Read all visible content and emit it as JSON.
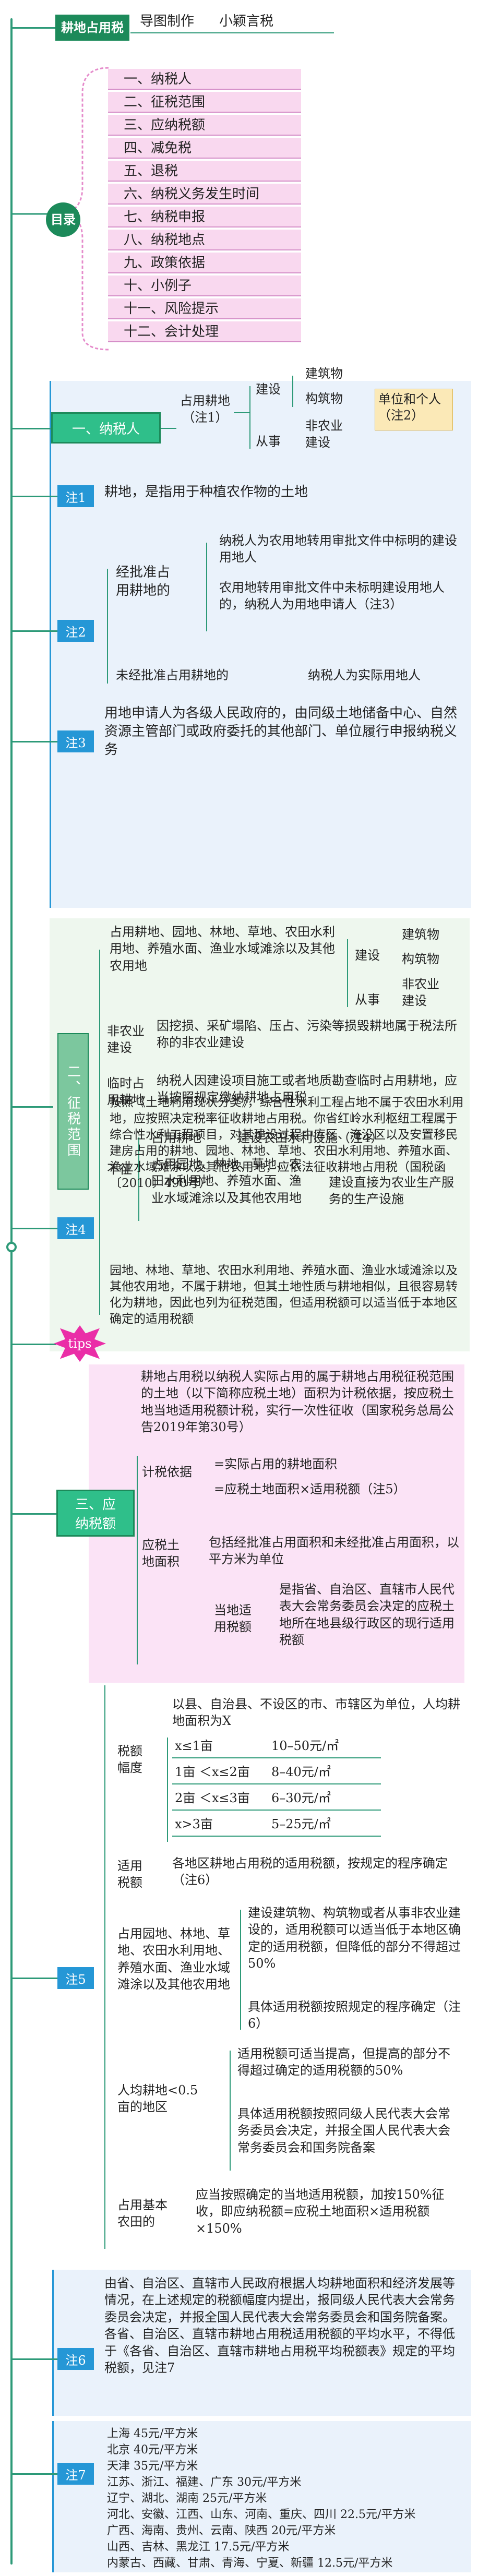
{
  "header": {
    "title": "耕地占用税",
    "made_by": "导图制作",
    "author": "小颖言税"
  },
  "toc": {
    "label": "目录",
    "items": [
      "一、纳税人",
      "二、征税范围",
      "三、应纳税额",
      "四、减免税",
      "五、退税",
      "六、纳税义务发生时间",
      "七、纳税申报",
      "八、纳税地点",
      "九、政策依据",
      "十、小例子",
      "十一、风险提示",
      "十二、会计处理"
    ]
  },
  "taxpayer": {
    "label": "一、纳税人",
    "occupier": "占用耕地\n（注1）",
    "construct": "建设",
    "engage": "从事",
    "buildings": "建筑物",
    "structures": "构筑物",
    "nonagri": "非农业\n建设",
    "unit_person": "单位和个人（注2）"
  },
  "notes": {
    "n1": {
      "tag": "注1",
      "text": "耕地，是指用于种植农作物的土地"
    },
    "n2": {
      "tag": "注2",
      "approved_label": "经批准占\n用耕地的",
      "approved_a": "纳税人为农用地转用审批文件中标明的建设用地人",
      "approved_b": "农用地转用审批文件中未标明建设用地人的，纳税人为用地申请人（注3）",
      "unapproved_label": "未经批准占用耕地的",
      "unapproved_text": "纳税人为实际用地人"
    },
    "n3": {
      "tag": "注3",
      "text": "用地申请人为各级人民政府的，由同级土地储备中心、自然资源主管部门或政府委托的其他部门、单位履行申报纳税义务"
    },
    "n4": {
      "tag": "注4",
      "text_a": "按照《土地利用现状分类》，综合性水利工程占地不属于农田水利用地，应按照决定税率征收耕地占用税。你省红岭水利枢纽工程属于综合性水利工程项目，对其建设过程中库区、淹没区以及安置移民建房占用的耕地、园地、林地、草地、农田水利用地、养殖水面、渔业水域滩涂以及其他农用地，应依法征收耕地占用税（国税函〔2010〕490号）",
      "text_b": "园地、林地、草地、农田水利用地、养殖水面、渔业水域滩涂以及其他农用地，不属于耕地，但其土地性质与耕地相似，且很容易转化为耕地，因此也列为征税范围，但适用税额可以适当低于本地区确定的适用税额"
    },
    "n5": {
      "tag": "注5"
    },
    "n6": {
      "tag": "注6",
      "text": "由省、自治区、直辖市人民政府根据人均耕地面积和经济发展等情况，在上述规定的税额幅度内提出，报同级人民代表大会常务委员会决定，并报全国人民代表大会常务委员会和国务院备案。各省、自治区、直辖市耕地占用税适用税额的平均水平，不得低于《各省、自治区、直辖市耕地占用税平均税额表》规定的平均税额，见注7"
    },
    "n7": {
      "tag": "注7"
    }
  },
  "scope": {
    "label": "二、征税范围",
    "main_text": "占用耕地、园地、林地、草地、农田水利用地、养殖水面、渔业水域滩涂以及其他农用地",
    "construct": "建设",
    "engage": "从事",
    "buildings": "建筑物",
    "structures": "构筑物",
    "nonagri": "非农业\n建设",
    "nonagri_label": "非农业\n建设",
    "nonagri_text": "因挖损、采矿塌陷、压占、污染等损毁耕地属于税法所称的非农业建设",
    "temp_label": "临时占\n用耕地",
    "temp_text": "纳税人因建设项目施工或者地质勘查临时占用耕地，应当按照规定缴纳耕地占用税",
    "exempt_label": "不征",
    "exempt_a": "占用耕地",
    "exempt_a_text": "建设农田水利设施（注4）",
    "exempt_b": "占用园地、林地、草地、农田水利用地、养殖水面、渔业水域滩涂以及其他农用地",
    "exempt_b_text": "建设直接为农业生产服务的生产设施"
  },
  "tips": {
    "label": "tips"
  },
  "amount": {
    "label": "三、应\n纳税额",
    "intro": "耕地占用税以纳税人实际占用的属于耕地占用税征税范围的土地（以下简称应税土地）面积为计税依据，按应税土地当地适用税额计税，实行一次性征收（国家税务总局公告2019年第30号）",
    "basis_label": "计税依据",
    "basis_a": "=实际占用的耕地面积",
    "basis_b": "=应税土地面积×适用税额（注5）",
    "area_label": "应税土\n地面积",
    "area_text": "包括经批准占用面积和未经批准占用面积，以平方米为单位",
    "rate_label": "当地适\n用税额",
    "rate_text": "是指省、自治区、直辖市人民代表大会常务委员会决定的应税土地所在地县级行政区的现行适用税额"
  },
  "rates": {
    "range_label": "税额\n幅度",
    "range_intro": "以县、自治县、不设区的市、市辖区为单位，人均耕地面积为X",
    "rows": [
      {
        "cond": "x≤1亩",
        "val": "10–50元/㎡"
      },
      {
        "cond": "1亩 ＜x≤2亩",
        "val": "8–40元/㎡"
      },
      {
        "cond": "2亩 ＜x≤3亩",
        "val": "6–30元/㎡"
      },
      {
        "cond": "x>3亩",
        "val": "5–25元/㎡"
      }
    ],
    "apply_label": "适用\n税额",
    "apply_text": "各地区耕地占用税的适用税额，按规定的程序确定（注6）",
    "occupy_label": "占用园地、林地、草地、农田水利用地、养殖水面、渔业水域滩涂以及其他农用地",
    "occupy_a": "建设建筑物、构筑物或者从事非农业建设的，适用税额可以适当低于本地区确定的适用税额，但降低的部分不得超过50%",
    "occupy_b": "具体适用税额按照规定的程序确定（注6）",
    "percap_label": "人均耕地<0.5\n亩的地区",
    "percap_a": "适用税额可适当提高，但提高的部分不得超过确定的适用税额的50%",
    "percap_b": "具体适用税额按照同级人民代表大会常务委员会决定，并报全国人民代表大会常务委员会和国务院备案",
    "basic_label": "占用基本\n农田的",
    "basic_text": "应当按照确定的当地适用税额，加按150%征收，即应纳税额=应税土地面积×适用税额×150%"
  },
  "avg": {
    "rows": [
      {
        "region": "上海",
        "val": "45元/平方米"
      },
      {
        "region": "北京",
        "val": "40元/平方米"
      },
      {
        "region": "天津",
        "val": "35元/平方米"
      },
      {
        "region": "江苏、浙江、福建、广东",
        "val": "30元/平方米"
      },
      {
        "region": "辽宁、湖北、湖南",
        "val": "25元/平方米"
      },
      {
        "region": "河北、安徽、江西、山东、河南、重庆、四川",
        "val": "22.5元/平方米"
      },
      {
        "region": "广西、海南、贵州、云南、陕西",
        "val": "20元/平方米"
      },
      {
        "region": "山西、吉林、黑龙江",
        "val": "17.5元/平方米"
      },
      {
        "region": "内蒙古、西藏、甘肃、青海、宁夏、新疆",
        "val": "12.5元/平方米"
      }
    ]
  }
}
